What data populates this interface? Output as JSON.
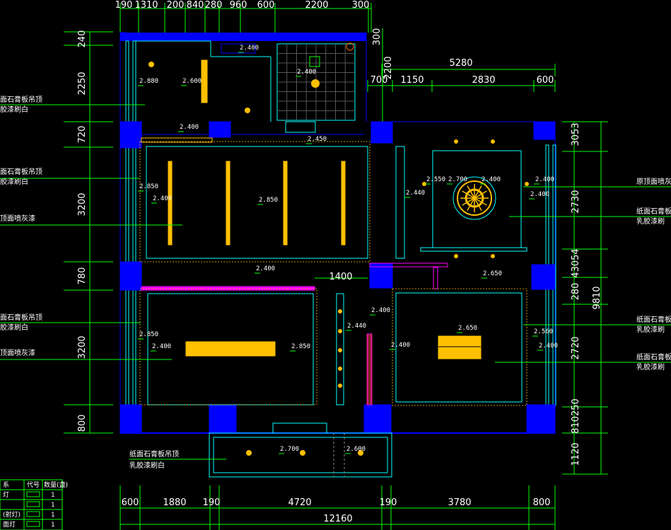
{
  "colors": {
    "background": "#000000",
    "dimension": "#00ff00",
    "wall": "#0000ff",
    "column": "#0000ff",
    "ceiling_line": "#00ffff",
    "light": "#ffc000",
    "accent": "#ff00ff",
    "text": "#ffffff",
    "red": "#ff0000"
  },
  "top_dims": [
    "190",
    "1310",
    "200",
    "840",
    "280",
    "960",
    "600",
    "2200",
    "300"
  ],
  "right_top_dims": {
    "total": "5280",
    "parts": [
      "700",
      "1150",
      "2830",
      "600"
    ]
  },
  "inner_vertical_dims": {
    "a": "300",
    "b": "2200"
  },
  "left_dims": [
    "240",
    "2250",
    "720",
    "3200",
    "780",
    "3200",
    "800"
  ],
  "right_dims": [
    "3053",
    "2730",
    "43054",
    "280",
    "2720",
    "810250",
    "1120"
  ],
  "right_total": "9810",
  "mid_dim": "1400",
  "bottom_dims": [
    "600",
    "1880",
    "190",
    "4720",
    "190",
    "3780",
    "800"
  ],
  "bottom_total": "12160",
  "elevations": [
    "2.400",
    "2.880",
    "2.600",
    "2.400",
    "2.400",
    "2.450",
    "2.850",
    "2.400",
    "2.850",
    "2.400",
    "2.440",
    "2.550",
    "2.700",
    "2.400",
    "2.650",
    "2.400",
    "2.400",
    "2.400",
    "2.440",
    "2.850",
    "2.400",
    "2.850",
    "2.400",
    "2.650",
    "2.560",
    "2.400",
    "2.700",
    "2.600"
  ],
  "left_notes": [
    "面石膏板吊顶",
    "胶漆刷白",
    "面石膏板吊顶",
    "胶漆刷白",
    "顶面喷灰漆",
    "面石膏板吊顶",
    "胶漆刷白",
    "顶面喷灰漆"
  ],
  "right_notes": [
    "原顶面喷灰",
    "纸面石膏板吊",
    "乳胶漆刷",
    "纸面石膏板吊",
    "乳胶漆刷",
    "纸面石膏板吊",
    "乳胶漆刷"
  ],
  "bottom_note": [
    "纸面石膏板吊顶",
    "乳胶漆刷白"
  ],
  "legend": {
    "header": [
      "系",
      "代号",
      "数量(盏)"
    ],
    "rows": [
      [
        "灯",
        "",
        "1"
      ],
      [
        "",
        "",
        "1"
      ],
      [
        "(射灯)",
        "",
        "1"
      ],
      [
        "面灯",
        "",
        "1"
      ]
    ]
  }
}
